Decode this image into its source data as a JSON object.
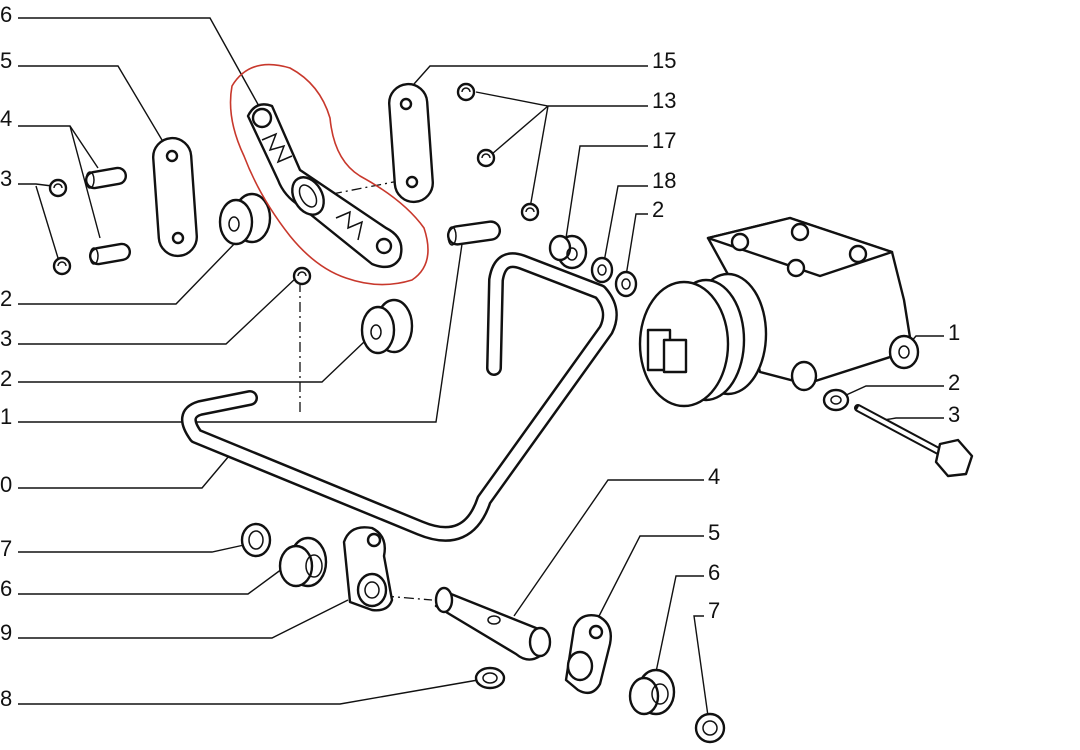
{
  "diagram": {
    "callouts": [
      {
        "id": "l-6a",
        "text": "6"
      },
      {
        "id": "l-5a",
        "text": "5"
      },
      {
        "id": "l-4a",
        "text": "4"
      },
      {
        "id": "l-3a",
        "text": "3"
      },
      {
        "id": "l-2a",
        "text": "2"
      },
      {
        "id": "l-3b",
        "text": "3"
      },
      {
        "id": "l-2b",
        "text": "2"
      },
      {
        "id": "l-1a",
        "text": "1"
      },
      {
        "id": "l-0",
        "text": "0"
      },
      {
        "id": "l-7a",
        "text": "7"
      },
      {
        "id": "l-6b",
        "text": "6"
      },
      {
        "id": "l-9",
        "text": "9"
      },
      {
        "id": "l-8",
        "text": "8"
      },
      {
        "id": "l-15",
        "text": "15"
      },
      {
        "id": "l-13",
        "text": "13"
      },
      {
        "id": "l-17",
        "text": "17"
      },
      {
        "id": "l-18",
        "text": "18"
      },
      {
        "id": "l-2c",
        "text": "2"
      },
      {
        "id": "l-1b",
        "text": "1"
      },
      {
        "id": "l-2d",
        "text": "2"
      },
      {
        "id": "l-3c",
        "text": "3"
      },
      {
        "id": "l-4b",
        "text": "4"
      },
      {
        "id": "l-5b",
        "text": "5"
      },
      {
        "id": "l-6c",
        "text": "6"
      },
      {
        "id": "l-7b",
        "text": "7"
      }
    ]
  }
}
